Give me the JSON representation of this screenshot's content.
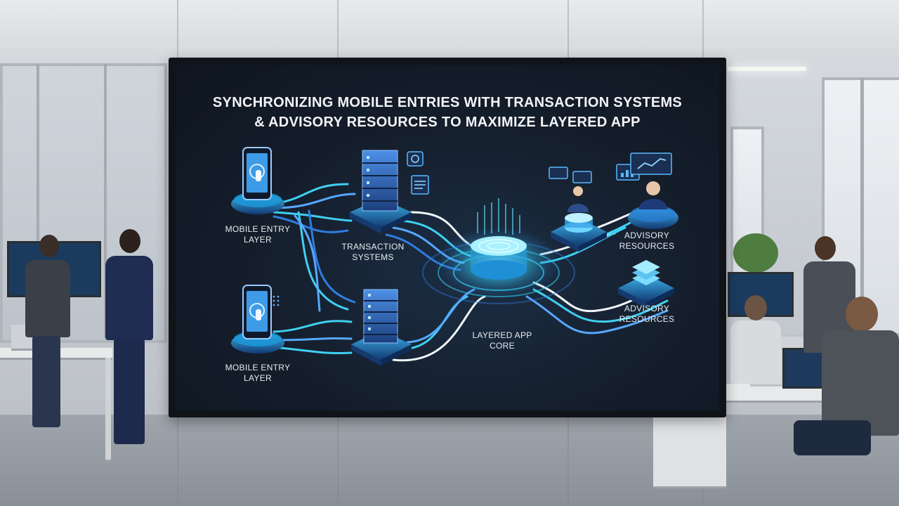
{
  "screen": {
    "title_line1": "SYNCHRONIZING MOBILE ENTRIES WITH TRANSACTION SYSTEMS",
    "title_line2": "& ADVISORY RESOURCES TO MAXIMIZE LAYERED APP"
  },
  "diagram": {
    "mobile_top": {
      "line1": "MOBILE ENTRY",
      "line2": "LAYER"
    },
    "mobile_bottom": {
      "line1": "MOBILE ENTRY",
      "line2": "LAYER"
    },
    "transaction": {
      "line1": "TRANSACTION",
      "line2": "SYSTEMS"
    },
    "core": {
      "line1": "LAYERED APP",
      "line2": "CORE"
    },
    "advisory_top": {
      "line1": "ADVISORY",
      "line2": "RESOURCES"
    },
    "advisory_bottom": {
      "line1": "ADVISORY",
      "line2": "RESOURCES"
    }
  },
  "colors": {
    "accent_cyan": "#35d6f2",
    "accent_blue": "#2f7de0",
    "screen_bg": "#141d2a"
  }
}
